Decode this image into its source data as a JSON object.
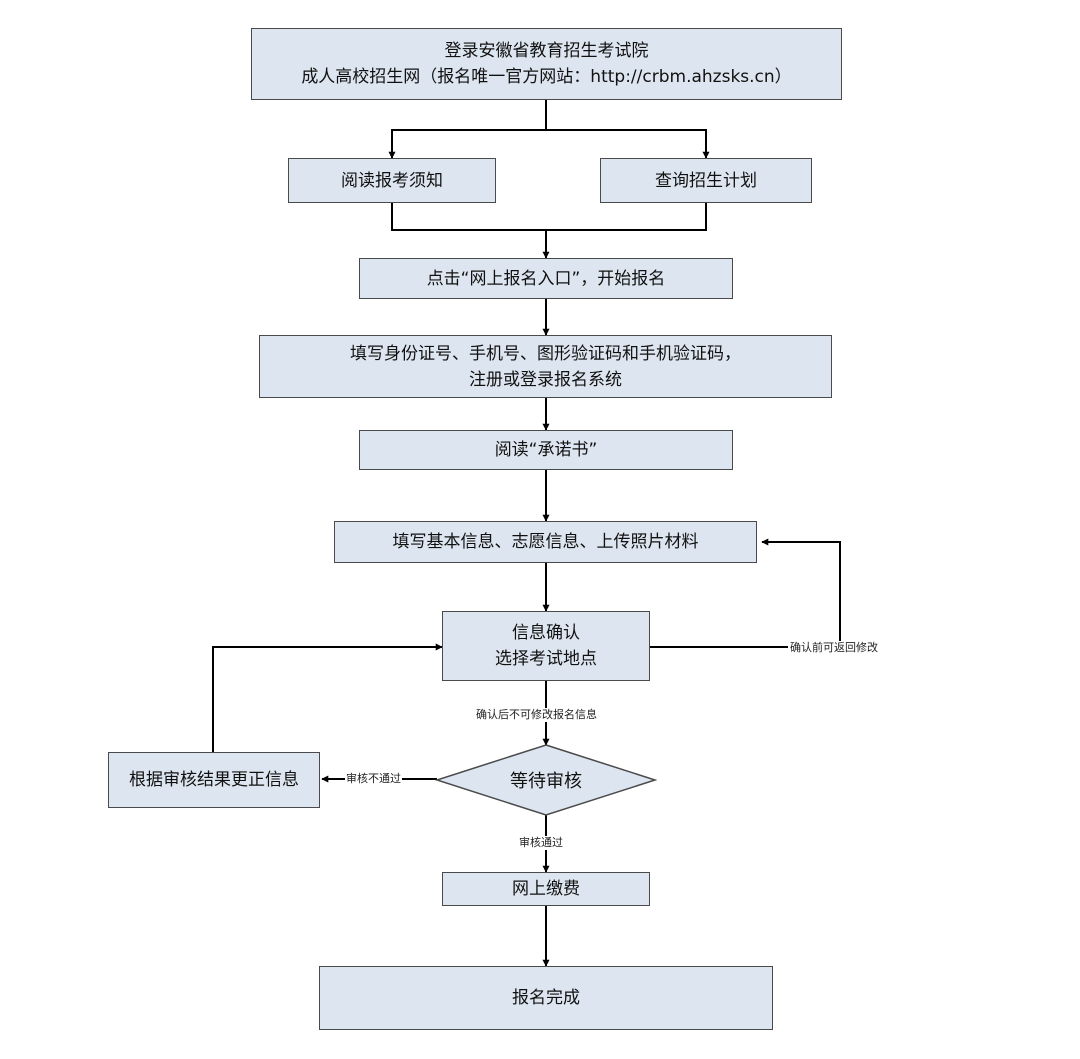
{
  "nodes": {
    "login": {
      "line1": "登录安徽省教育招生考试院",
      "line2": "成人高校招生网（报名唯一官方网站：http://crbm.ahzsks.cn）"
    },
    "read_notice": "阅读报考须知",
    "query_plan": "查询招生计划",
    "click_entry": "点击“网上报名入口”，开始报名",
    "fill_id": {
      "line1": "填写身份证号、手机号、图形验证码和手机验证码，",
      "line2": "注册或登录报名系统"
    },
    "read_promise": "阅读“承诺书”",
    "fill_info": "填写基本信息、志愿信息、上传照片材料",
    "confirm": {
      "line1": "信息确认",
      "line2": "选择考试地点"
    },
    "wait_review": "等待审核",
    "correct_info": "根据审核结果更正信息",
    "pay": "网上缴费",
    "done": "报名完成"
  },
  "edge_labels": {
    "back_to_edit": "确认前可返回修改",
    "no_edit_after": "确认后不可修改报名信息",
    "review_fail": "审核不通过",
    "review_pass": "审核通过"
  },
  "colors": {
    "box_fill": "#dde6f0",
    "box_border": "#4a4a4a",
    "line": "#000000"
  }
}
